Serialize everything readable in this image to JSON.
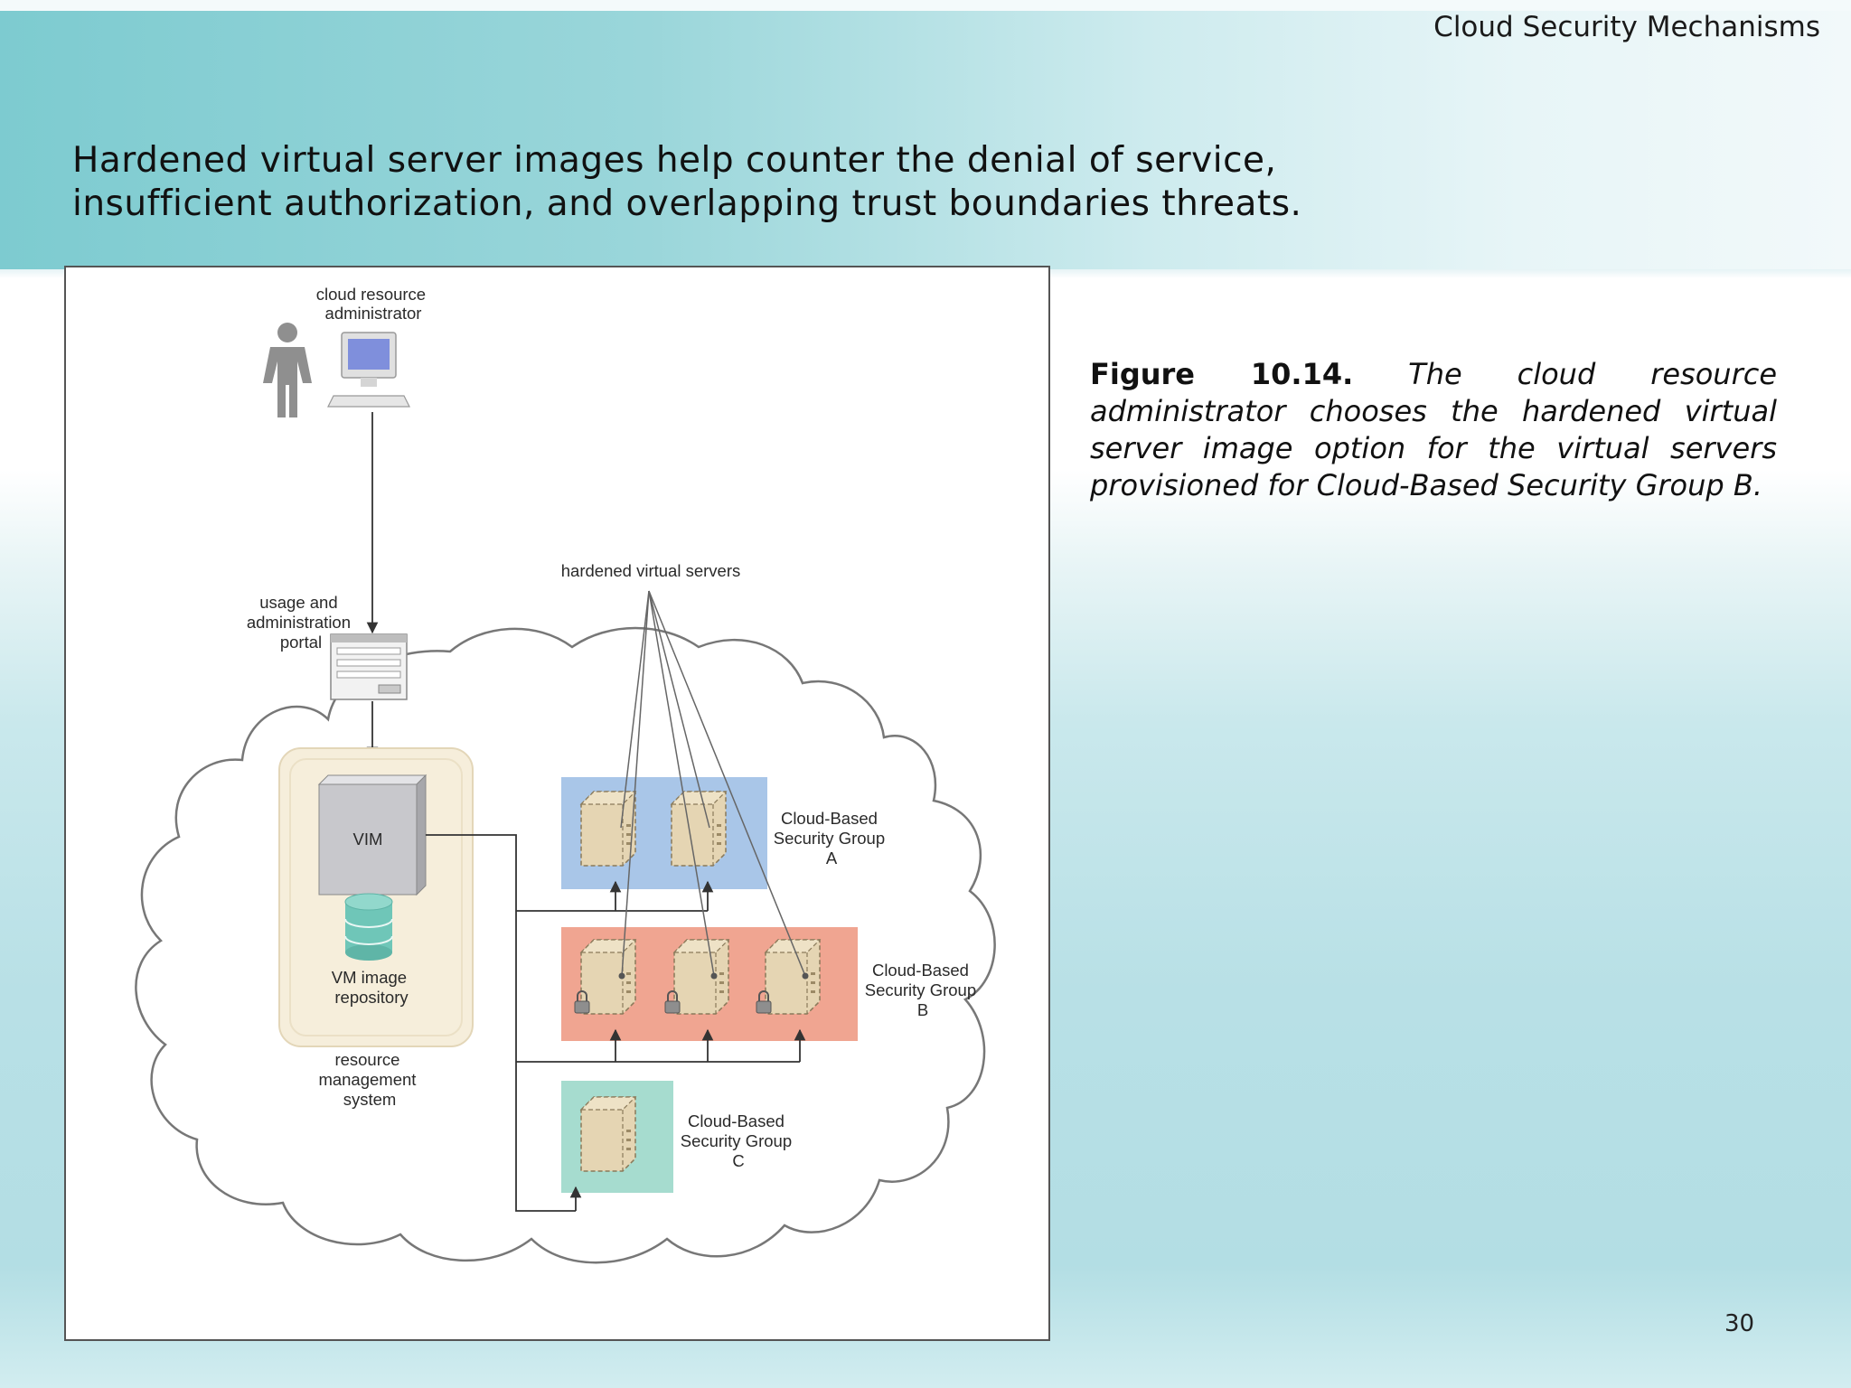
{
  "header": {
    "section_title": "Cloud Security Mechanisms",
    "headline": "Hardened virtual server images help counter the denial of service, insufficient authorization, and overlapping trust boundaries threats."
  },
  "figure": {
    "labels": {
      "administrator": [
        "cloud resource",
        "administrator"
      ],
      "portal": [
        "usage and",
        "administration",
        "portal"
      ],
      "hardened": "hardened virtual servers",
      "vim": "VIM",
      "repository": [
        "VM image",
        "repository"
      ],
      "rms": [
        "resource",
        "management",
        "system"
      ],
      "group_a": [
        "Cloud-Based",
        "Security Group",
        "A"
      ],
      "group_b": [
        "Cloud-Based",
        "Security Group",
        "B"
      ],
      "group_c": [
        "Cloud-Based",
        "Security Group",
        "C"
      ]
    },
    "colors": {
      "group_a": "#a9c6e8",
      "group_b": "#f0a591",
      "group_c": "#a6dccf",
      "rms_panel": "#f6eedb",
      "server_box": "#e5d5b3",
      "repository": "#6fc6b8",
      "vim_box": "#c8c8cc"
    }
  },
  "caption": {
    "label": "Figure 10.14.",
    "text": " The cloud resource administrator chooses the hardened virtual server image option for the virtual servers provisioned for Cloud-Based Security Group B."
  },
  "page_number": "30"
}
